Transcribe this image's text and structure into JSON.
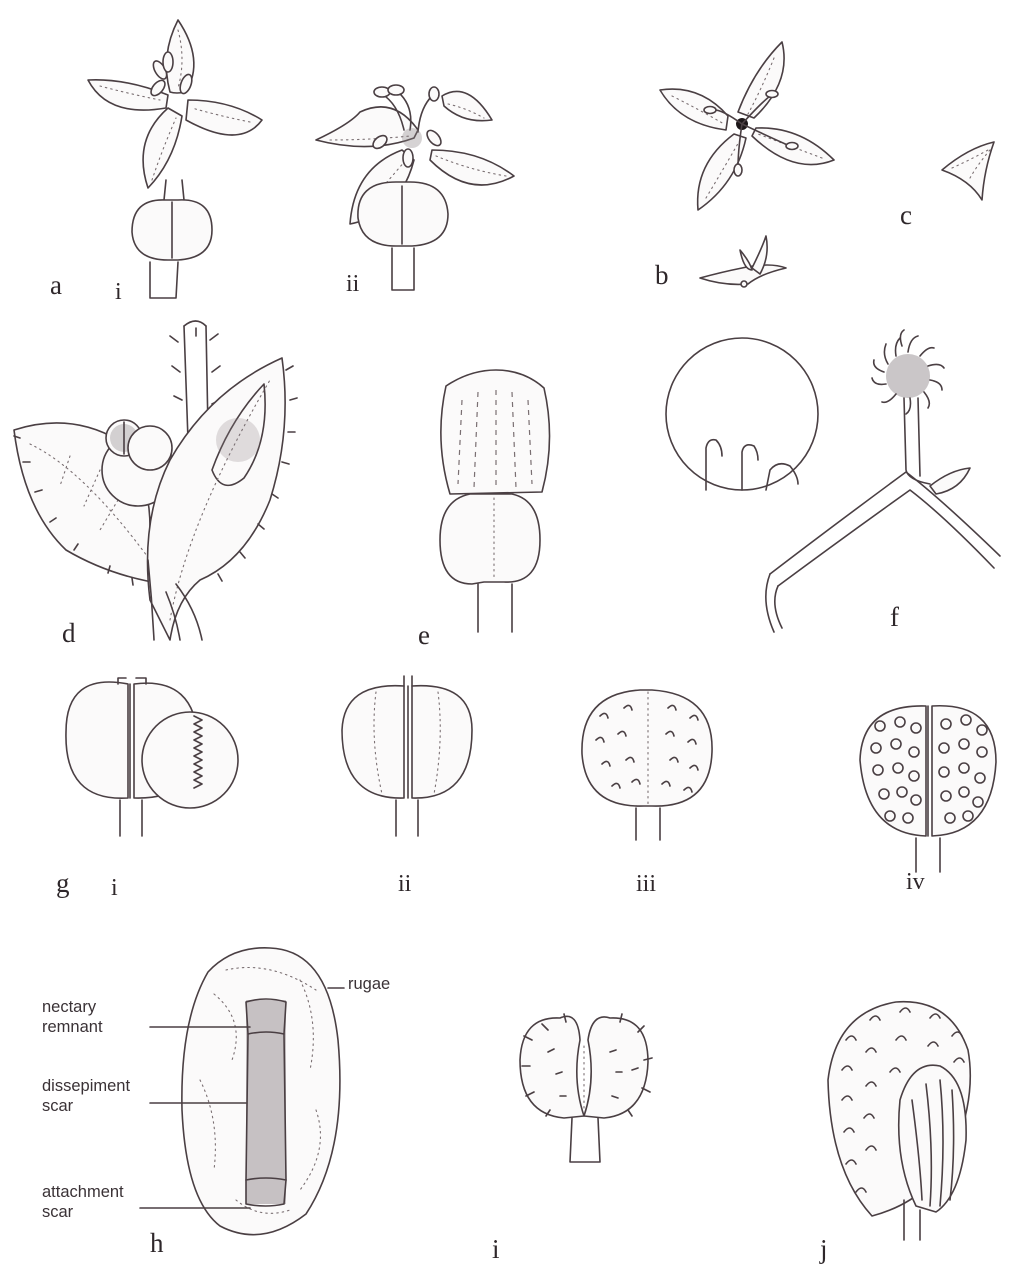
{
  "panels": {
    "a": {
      "letter": "a",
      "sub_i": "i",
      "sub_ii": "ii"
    },
    "b": {
      "letter": "b"
    },
    "c": {
      "letter": "c"
    },
    "d": {
      "letter": "d"
    },
    "e": {
      "letter": "e"
    },
    "f": {
      "letter": "f"
    },
    "g": {
      "letter": "g",
      "sub_i": "i",
      "sub_ii": "ii",
      "sub_iii": "iii",
      "sub_iv": "iv"
    },
    "h": {
      "letter": "h"
    },
    "i": {
      "letter": "i"
    },
    "j": {
      "letter": "j"
    }
  },
  "annotations": {
    "rugae": "rugae",
    "nectary": "nectary\nremnant",
    "dissepiment": "dissepiment\nscar",
    "attachment": "attachment\nscar"
  },
  "colors": {
    "ink": "#4a3f43",
    "stipple": "#8a8185",
    "background": "#ffffff"
  }
}
